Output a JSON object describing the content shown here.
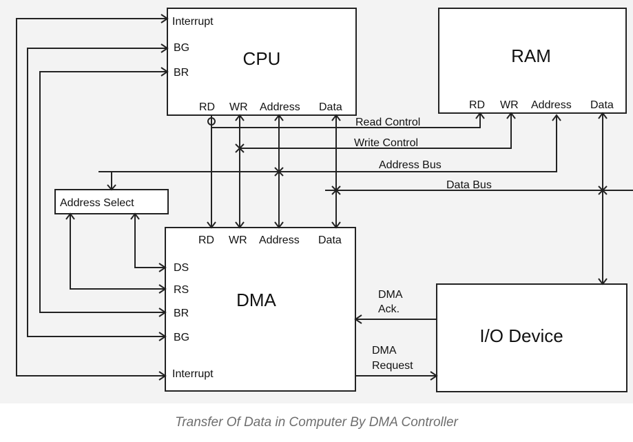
{
  "caption": "Transfer Of Data in Computer By DMA Controller",
  "cpu": {
    "title": "CPU",
    "pins_left": [
      "Interrupt",
      "BG",
      "BR"
    ],
    "pins_bottom": [
      "RD",
      "WR",
      "Address",
      "Data"
    ]
  },
  "ram": {
    "title": "RAM",
    "pins_bottom": [
      "RD",
      "WR",
      "Address",
      "Data"
    ]
  },
  "dma": {
    "title": "DMA",
    "pins_top": [
      "RD",
      "WR",
      "Address",
      "Data"
    ],
    "pins_left": [
      "DS",
      "RS",
      "BR",
      "BG",
      "Interrupt"
    ]
  },
  "io": {
    "title": "I/O Device"
  },
  "address_select": "Address Select",
  "buses": {
    "read_control": "Read Control",
    "write_control": "Write Control",
    "address_bus": "Address Bus",
    "data_bus": "Data Bus"
  },
  "dma_ack": [
    "DMA",
    "Ack."
  ],
  "dma_request": [
    "DMA",
    "Request"
  ]
}
